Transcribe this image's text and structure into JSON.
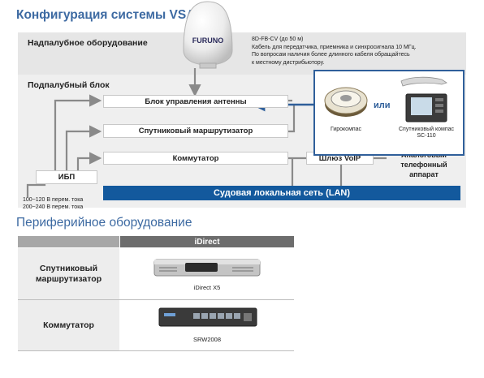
{
  "title": "Конфигурация системы VSAT",
  "zones": {
    "above_deck": "Надпалубное оборудование",
    "below_deck": "Подпалубный блок"
  },
  "antenna": {
    "brand": "FURUNO"
  },
  "specs": [
    "8D-FB-CV (до 50 м)",
    "Кабель для передатчика, приемника и синхросигнала 10 МГц.",
    "По вопросам наличия более длинного кабеля обращайтесь",
    "к местному дистрибьютору."
  ],
  "blocks": {
    "acu": "Блок управления антенны",
    "router": "Спутниковый маршрутизатор",
    "switch": "Коммутатор",
    "ups": "ИБП",
    "voip": "Шлюз VoIP",
    "phone": [
      "Аналоговый",
      "телефонный аппарат"
    ],
    "lan": "Судовая локальная сеть (LAN)"
  },
  "power": [
    "100~120 В перем. тока",
    "200~240 В перем. тока"
  ],
  "peripheral_box": {
    "gyro": "Гирокомпас",
    "or": "или",
    "sat_compass": [
      "Спутниковый компас",
      "SC-110"
    ]
  },
  "section2_title": "Периферийное оборудование",
  "table": {
    "header": "iDirect",
    "rows": [
      {
        "label": [
          "Спутниковый",
          "маршрутизатор"
        ],
        "model": "iDirect X5"
      },
      {
        "label": [
          "Коммутатор"
        ],
        "model": "SRW2008"
      }
    ]
  },
  "colors": {
    "accent": "#3d6aa2",
    "lan": "#13599d",
    "line": "#8a8a8a",
    "arrow": "#2f5f9a"
  }
}
